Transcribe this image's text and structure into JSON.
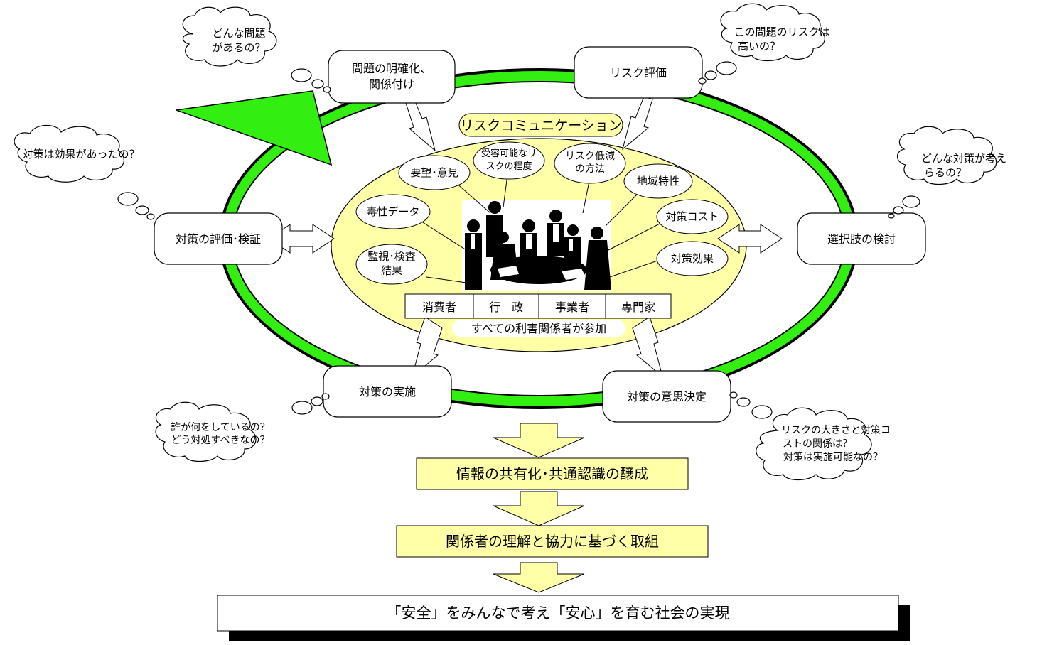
{
  "cycle": {
    "identify": [
      "問題の明確化、",
      "関係付け"
    ],
    "assess": "リスク評価",
    "options": "選択肢の検討",
    "decision": "対策の意思決定",
    "implement": "対策の実施",
    "evaluate": "対策の評価･検証"
  },
  "thoughts": {
    "identify": [
      "どんな問題",
      "があるの？"
    ],
    "assess": [
      "この問題のリスクは",
      "高いの？"
    ],
    "options": [
      "どんな対策が考え",
      "らるの？"
    ],
    "decision": [
      "リスクの大きさと対策コ",
      "ストの関係は？",
      "対策は実施可能なの？"
    ],
    "implement": [
      "誰が何をしているの？",
      "どう対処すべきなの？"
    ],
    "evaluate": [
      "対策は効果があったの？"
    ]
  },
  "center": {
    "title": "リスクコミュニケーション",
    "topics": {
      "acceptable": [
        "受容可能なリ",
        "スクの程度"
      ],
      "reduction": [
        "リスク低減",
        "の方法"
      ],
      "regional": [
        "地域特性"
      ],
      "cost": [
        "対策コスト"
      ],
      "effect": [
        "対策効果"
      ],
      "requests": [
        "要望･意見"
      ],
      "toxicity": [
        "毒性データ"
      ],
      "monitoring": [
        "監視･検査",
        "結果"
      ]
    },
    "stakeholders": [
      "消費者",
      "行　政",
      "事業者",
      "専門家"
    ],
    "caption": "すべての利害関係者が参加"
  },
  "outcomes": {
    "step1": "情報の共有化･共通認識の醸成",
    "step2": "関係者の理解と協力に基づく取組",
    "final": "「安全」をみんなで考え「安心」を育む社会の実現"
  },
  "colors": {
    "ring": "#33ee11",
    "center_fill": "#ffffa8",
    "box_fill": "#ffffa8"
  }
}
